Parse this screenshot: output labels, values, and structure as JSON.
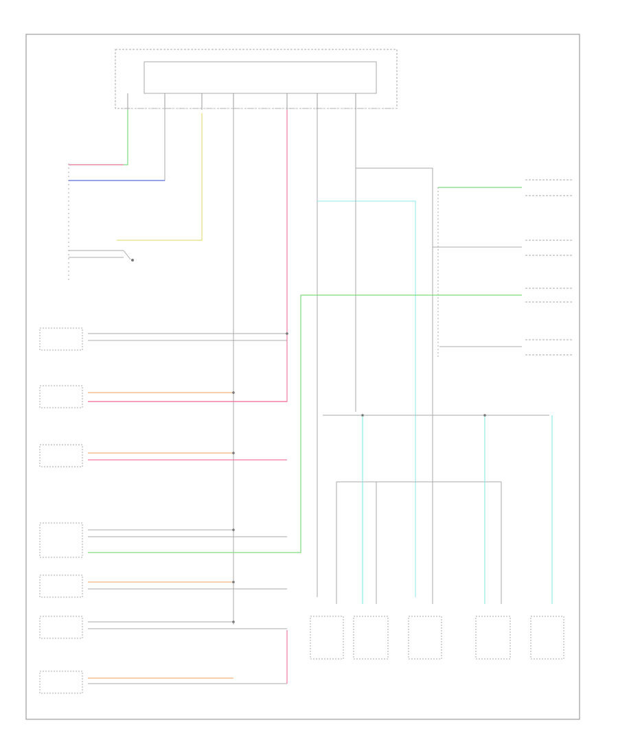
{
  "diagram": {
    "page_code": "",
    "colors": {
      "wire_green": "#7ddc7d",
      "wire_red": "#f07aa0",
      "wire_orange": "#f5b37a",
      "wire_yellow": "#e6e07a",
      "wire_blue": "#5a6bd6",
      "wire_cyan": "#8ee8ea",
      "wire_gray": "#bbbbbb",
      "frame": "#888888"
    },
    "modules": [
      {
        "id": "m-top",
        "label": ""
      },
      {
        "id": "m-dlc",
        "label": ""
      },
      {
        "id": "m-right-1",
        "label": ""
      },
      {
        "id": "m-right-2",
        "label": ""
      },
      {
        "id": "m-right-3",
        "label": ""
      },
      {
        "id": "m-right-4",
        "label": ""
      }
    ],
    "sensors": [
      {
        "id": "s-1",
        "label": ""
      },
      {
        "id": "s-2",
        "label": ""
      },
      {
        "id": "s-3",
        "label": ""
      },
      {
        "id": "s-4",
        "label": ""
      },
      {
        "id": "s-5",
        "label": ""
      },
      {
        "id": "s-6",
        "label": ""
      },
      {
        "id": "s-7",
        "label": ""
      }
    ],
    "bottom_components": [
      {
        "id": "b-1",
        "label": ""
      },
      {
        "id": "b-2",
        "label": ""
      },
      {
        "id": "b-3",
        "label": ""
      },
      {
        "id": "b-4",
        "label": ""
      },
      {
        "id": "b-5",
        "label": ""
      }
    ]
  }
}
